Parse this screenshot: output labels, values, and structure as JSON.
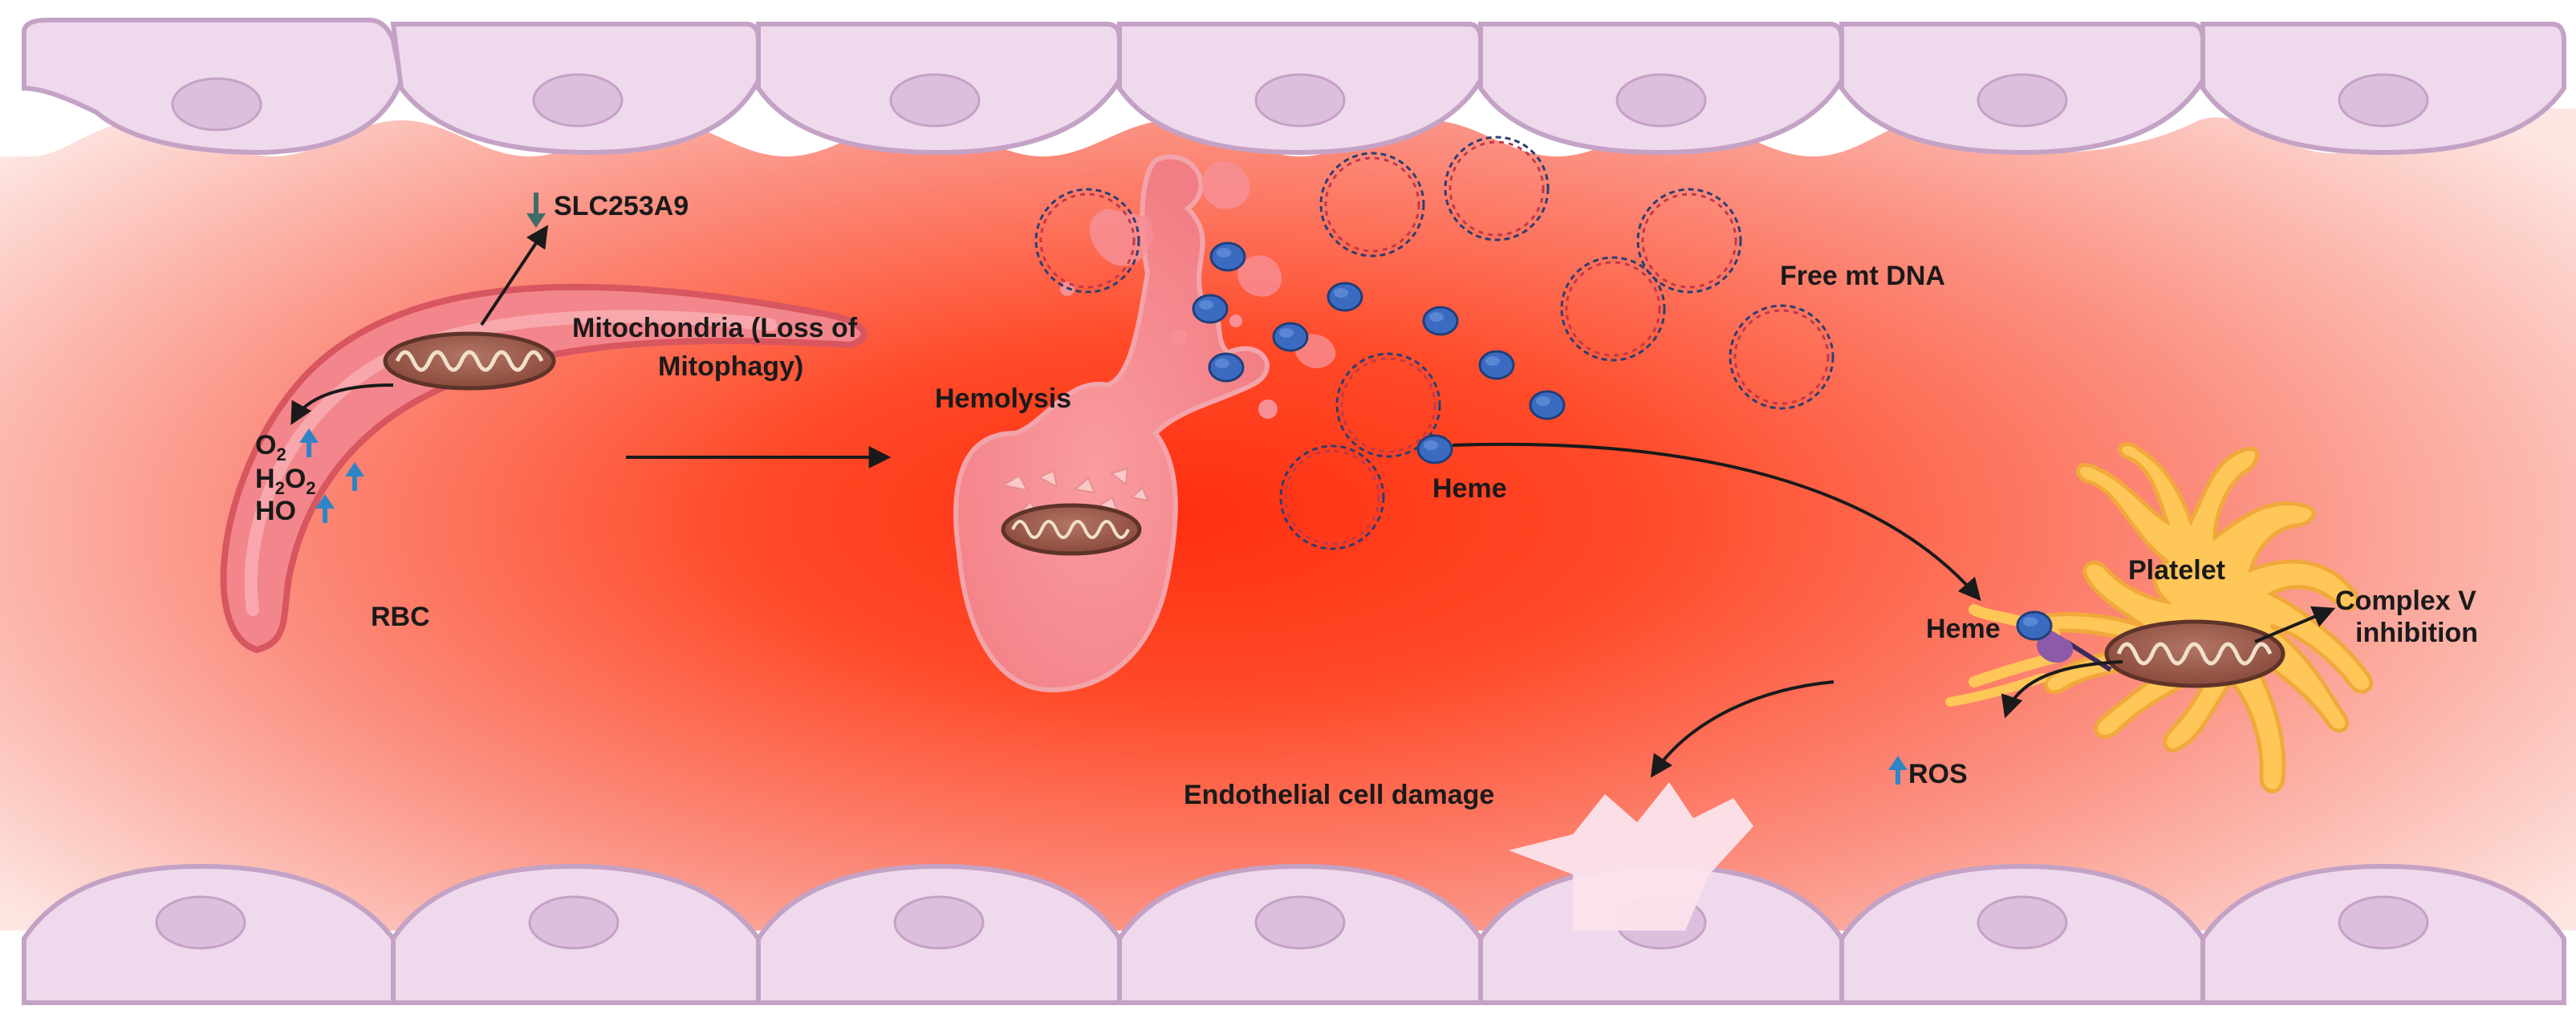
{
  "labels": {
    "slc": "SLC253A9",
    "mito_line1": "Mitochondria (Loss of",
    "mito_line2": "Mitophagy)",
    "o2": "O",
    "o2_sub": "2",
    "h2o2_h": "H",
    "h2o2_sub1": "2",
    "h2o2_o": "O",
    "h2o2_sub2": "2",
    "ho": "HO",
    "rbc": "RBC",
    "hemolysis": "Hemolysis",
    "heme_center": "Heme",
    "free_mtdna": "Free mt DNA",
    "platelet": "Platelet",
    "heme_platelet": "Heme",
    "complex_line1": "Complex V",
    "complex_line2": "inhibition",
    "ros": "ROS",
    "endothelial": "Endothelial cell damage"
  },
  "colors": {
    "vessel_core": "#ff3a1a",
    "vessel_edge": "#fde3df",
    "endothelium": "#efd9ec",
    "endothelium_stroke": "#c4a2c6",
    "nucleus": "#dcbfdd",
    "rbc_fill": "#f3868c",
    "rbc_stroke": "#d8565f",
    "mito_fill": "#9a5a4c",
    "mito_stroke": "#5e3329",
    "heme_blue": "#3a6bc0",
    "up_arrow": "#2f84c6",
    "down_arrow": "#3f6b6b",
    "platelet": "#ffc658",
    "platelet_stroke": "#f0a93a",
    "receptor": "#8c5aa8"
  },
  "icons": [
    "up-arrow-icon",
    "down-arrow-icon",
    "dna-ring-icon",
    "heme-molecule-icon",
    "mitochondrion-icon"
  ]
}
